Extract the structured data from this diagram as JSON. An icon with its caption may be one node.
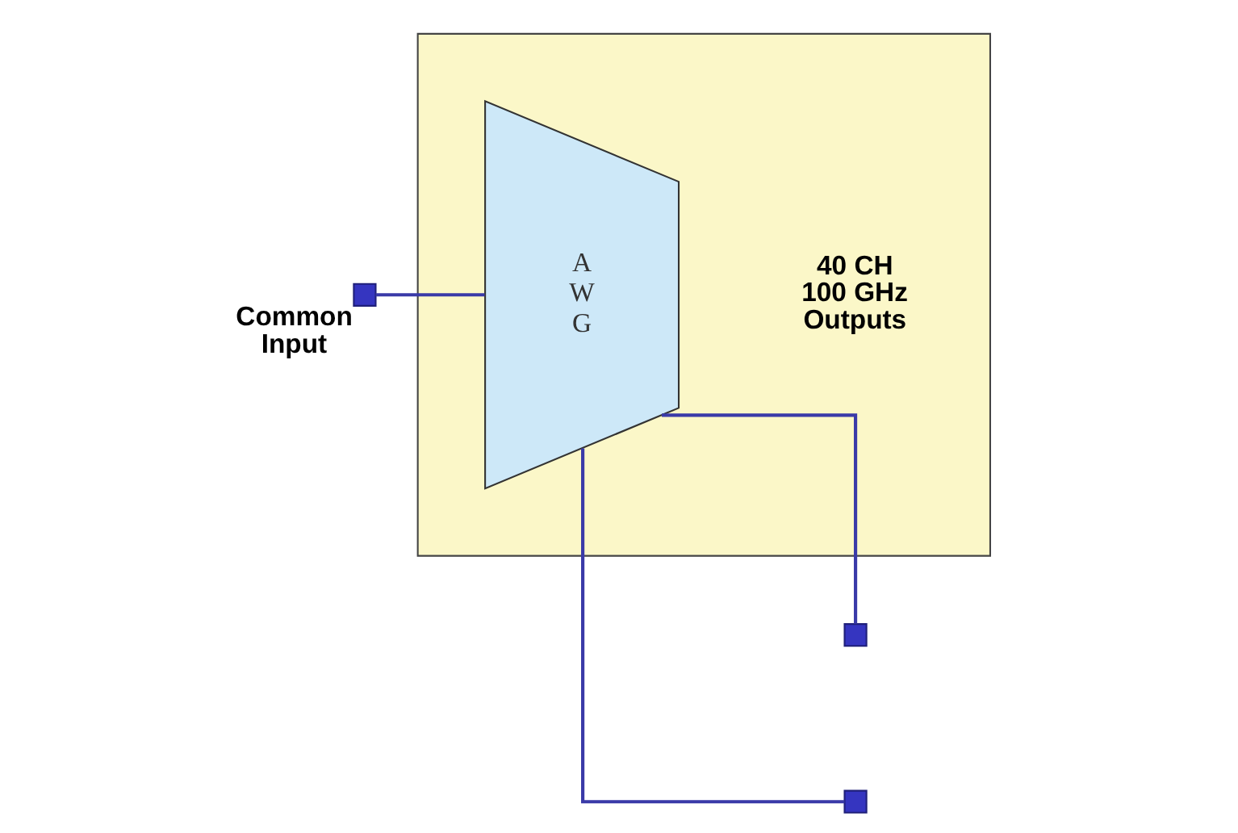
{
  "diagram": {
    "nodes": [
      {
        "text": [],
        "shape": "box"
      },
      {
        "text": [
          "A W G"
        ],
        "in": 0
      },
      {
        "text": [],
        "shape": "box",
        "beside": [
          "Common Input"
        ]
      },
      {
        "text": [],
        "shape": "box"
      },
      {
        "text": [],
        "shape": "box"
      }
    ],
    "edges": [
      {
        "from": 2,
        "to": 1,
        "arrow": "none"
      },
      {
        "from": 1,
        "to": 3,
        "arrow": "none"
      },
      {
        "from": 1,
        "to": 4,
        "arrow": "none"
      }
    ],
    "labels": [
      "40 CH 100 GHz Outputs"
    ]
  }
}
